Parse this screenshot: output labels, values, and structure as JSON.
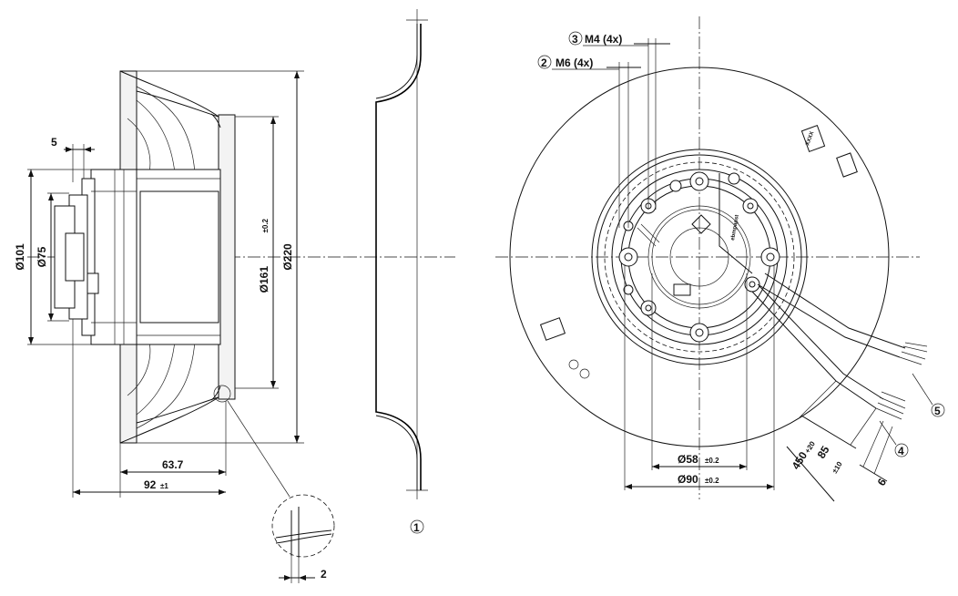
{
  "dimensions": {
    "d101": "Ø101",
    "d75": "Ø75",
    "d161": "Ø161",
    "d161_tol": "±0.2",
    "d220": "Ø220",
    "w5": "5",
    "w63_7": "63.7",
    "w92": "92",
    "w92_tol": "±1",
    "w2": "2",
    "d58": "Ø58",
    "d58_tol": "±0.2",
    "d90": "Ø90",
    "d90_tol": "±0.2",
    "l85": "85",
    "l85_tol": "±10",
    "l450": "450",
    "l450_tol": "+20",
    "l6": "6"
  },
  "callouts": {
    "c1": "1",
    "c2": "2",
    "c3": "3",
    "c4": "4",
    "c5": "5",
    "m6": "M6 (4x)",
    "m4": "M4 (4x)"
  },
  "markings": {
    "brand": "ebmpapst",
    "stamp": "XXXX"
  }
}
